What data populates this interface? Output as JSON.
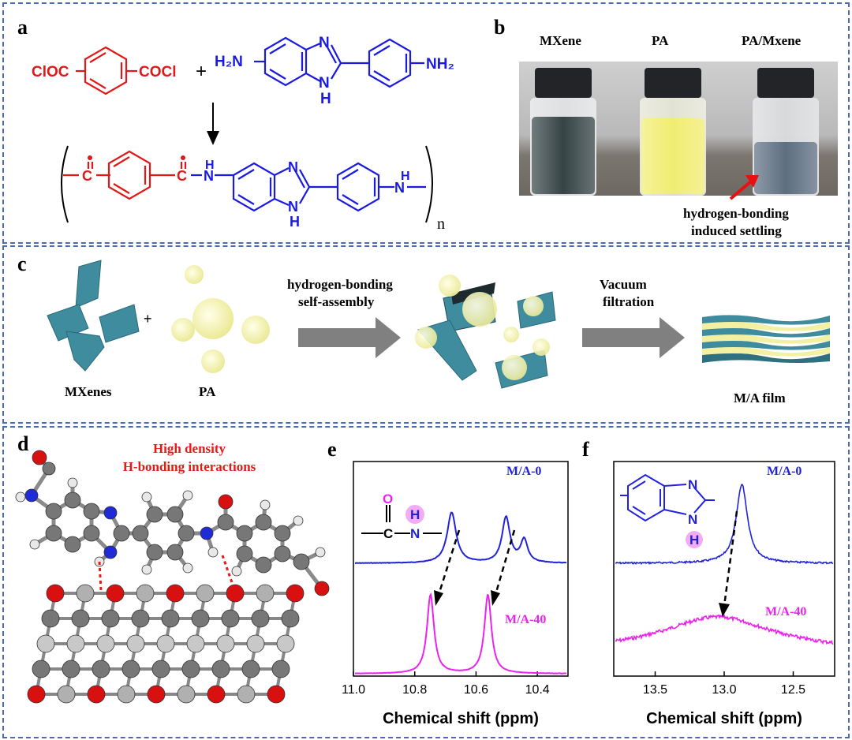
{
  "panel_labels": {
    "a": "a",
    "b": "b",
    "c": "c",
    "d": "d",
    "e": "e",
    "f": "f"
  },
  "panel_a": {
    "reactant1_left": "ClOC",
    "reactant1_right": "COCl",
    "plus": "+",
    "h2n": "H₂N",
    "nh2": "NH₂",
    "n_ring": "N",
    "nh_ring": "H",
    "n_ring2": "N",
    "polymer_c1": "C",
    "polymer_c2": "C",
    "polymer_nh": "H",
    "polymer_n": "N",
    "polymer_n_ring": "N",
    "polymer_nh_ring": "H",
    "polymer_n_ring2": "N",
    "polymer_end_h": "H",
    "polymer_end_n": "N",
    "subscript_n": "n"
  },
  "panel_b": {
    "vial_labels": [
      "MXene",
      "PA",
      "PA/Mxene"
    ],
    "annotation_line1": "hydrogen-bonding",
    "annotation_line2": "induced settling",
    "colors": {
      "mxene": "#2b3a3c",
      "pa": "#f0ec6a",
      "mix": "#55677a"
    }
  },
  "panel_c": {
    "mxenes_label": "MXenes",
    "pa_label": "PA",
    "plus": "+",
    "step1_line1": "hydrogen-bonding",
    "step1_line2": "self-assembly",
    "step2_line1": "Vacuum",
    "step2_line2": "filtration",
    "film_label": "M/A film",
    "colors": {
      "sheet": "#3f8c9e",
      "particle": "#f5f3a8",
      "arrow": "#808080"
    }
  },
  "panel_d": {
    "title_line1": "High density",
    "title_line2": "H-bonding interactions",
    "colors": {
      "title": "#e41a1a",
      "carbon": "#777777",
      "oxygen": "#d81010",
      "nitrogen": "#1e2bd6",
      "hydrogen": "#e8e8e8"
    }
  },
  "panel_e": {
    "series": [
      {
        "name": "M/A-0",
        "color": "#2222dd"
      },
      {
        "name": "M/A-40",
        "color": "#ee22ee"
      }
    ],
    "xlabel": "Chemical shift (ppm)",
    "xticks": [
      "11.0",
      "10.8",
      "10.6",
      "10.4"
    ],
    "xlim": [
      11.0,
      10.3
    ],
    "inset_o": "O",
    "inset_c": "C",
    "inset_h": "H",
    "inset_n": "N"
  },
  "panel_f": {
    "series": [
      {
        "name": "M/A-0",
        "color": "#2222dd"
      },
      {
        "name": "M/A-40",
        "color": "#ee22ee"
      }
    ],
    "xlabel": "Chemical shift (ppm)",
    "xticks": [
      "13.5",
      "13.0",
      "12.5"
    ],
    "xlim": [
      13.8,
      12.2
    ],
    "inset_n": "N",
    "inset_nh_n": "N",
    "inset_h": "H"
  },
  "chart_data": [
    {
      "type": "line",
      "xlabel": "Chemical shift (ppm)",
      "xlim": [
        11.0,
        10.3
      ],
      "x_reversed": true,
      "series": [
        {
          "name": "M/A-0",
          "peaks_ppm": [
            10.68,
            10.5,
            10.44
          ]
        },
        {
          "name": "M/A-40",
          "peaks_ppm": [
            10.75,
            10.56
          ]
        }
      ]
    },
    {
      "type": "line",
      "xlabel": "Chemical shift (ppm)",
      "xlim": [
        13.8,
        12.2
      ],
      "x_reversed": true,
      "series": [
        {
          "name": "M/A-0",
          "peaks_ppm": [
            12.87
          ]
        },
        {
          "name": "M/A-40",
          "peaks_ppm": [
            13.05
          ]
        }
      ]
    }
  ]
}
